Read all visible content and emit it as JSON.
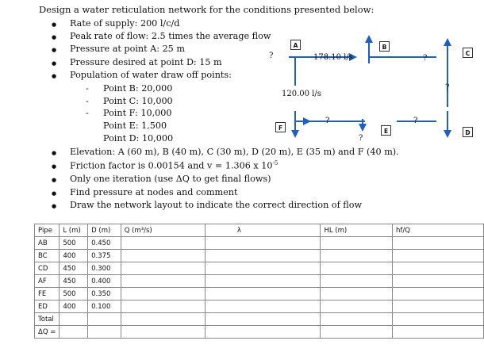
{
  "problem": {
    "heading": "Design a water reticulation network for the conditions presented below:",
    "bullets_top": [
      "Rate of supply: 200 l/c/d",
      "Peak rate of flow: 2.5 times the average flow",
      "Pressure at point A: 25 m",
      "Pressure desired at point D: 15 m",
      "Population of water draw off points:"
    ],
    "populations": [
      "Point B: 20,000",
      "Point C: 10,000",
      "Point F: 10,000",
      "Point E: 1,500",
      "Point D: 10,000"
    ],
    "bullets_bottom": [
      "Elevation: A (60 m), B (40 m), C (30 m), D (20 m), E (35 m) and F (40 m).",
      "Friction factor is 0.00154 and v = 1.306 x 10",
      "Only one iteration (use ΔQ to get final flows)",
      "Find pressure at nodes and comment",
      "Draw the network layout to indicate the correct direction of flow"
    ],
    "exponent": "-5",
    "dash": "-"
  },
  "diagram": {
    "nodes": [
      "A",
      "B",
      "C",
      "D",
      "E",
      "F"
    ],
    "labels": {
      "flow_ab": "178.10 l/s",
      "flow_af": "120.00 l/s",
      "q_ab": "?",
      "q_bc": "?",
      "q_cd": "?",
      "q_fe": "?",
      "q_ed": "?",
      "q_e": "?"
    },
    "line_color": "#1f5fbf"
  },
  "table": {
    "headers": [
      "Pipe",
      "L (m)",
      "D (m)",
      "Q (m³/s)",
      "λ",
      "HL (m)",
      "hf/Q"
    ],
    "rows": [
      [
        "AB",
        "500",
        "0.450"
      ],
      [
        "BC",
        "400",
        "0.375"
      ],
      [
        "CD",
        "450",
        "0.300"
      ],
      [
        "AF",
        "450",
        "0.400"
      ],
      [
        "FE",
        "500",
        "0.350"
      ],
      [
        "ED",
        "400",
        "0.100"
      ]
    ],
    "footer": [
      "Total",
      "ΔQ ="
    ]
  }
}
